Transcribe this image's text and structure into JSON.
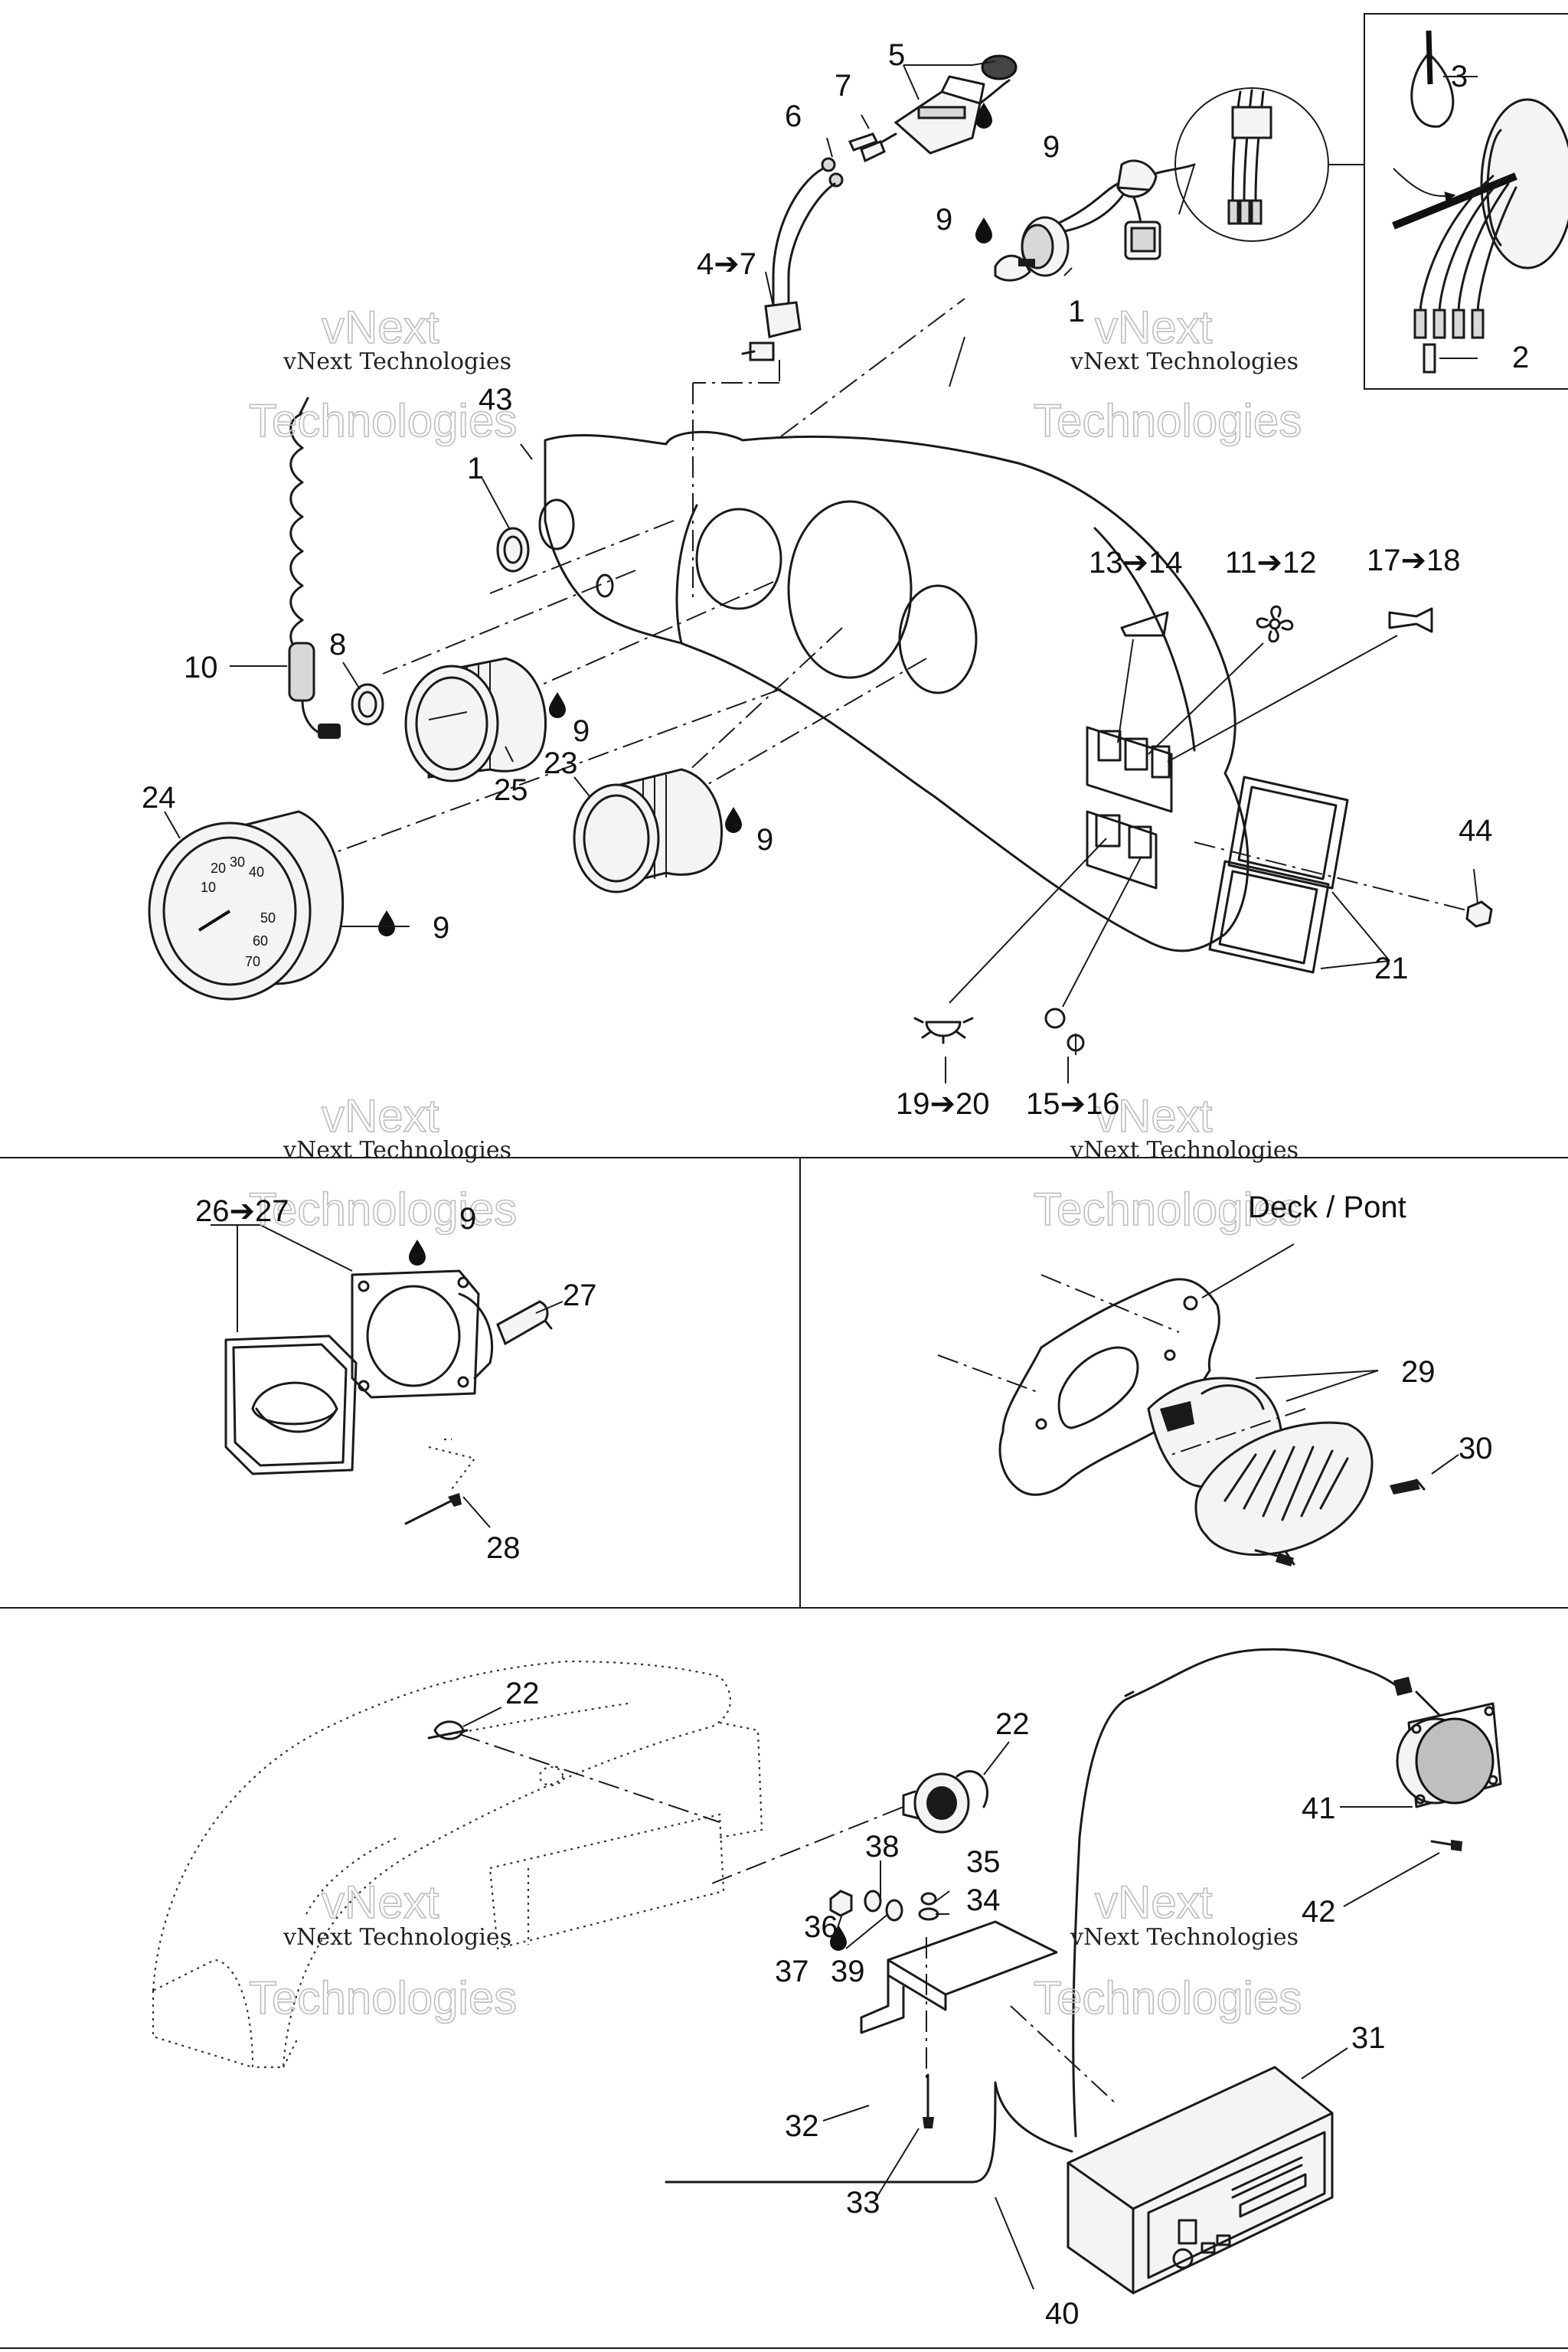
{
  "watermark": {
    "line1": "vNext Technologies",
    "line2": "vNext",
    "line3": "Technologies"
  },
  "labels": {
    "l1a": "1",
    "l1b": "1",
    "l2": "2",
    "l3": "3",
    "l4_7": "4➔7",
    "l5": "5",
    "l6": "6",
    "l7": "7",
    "l8": "8",
    "l9a": "9",
    "l9b": "9",
    "l9c": "9",
    "l9d": "9",
    "l9e": "9",
    "l9f": "9",
    "l10": "10",
    "l11_12": "11➔12",
    "l13_14": "13➔14",
    "l15_16": "15➔16",
    "l17_18": "17➔18",
    "l19_20": "19➔20",
    "l21": "21",
    "l22a": "22",
    "l22b": "22",
    "l23": "23",
    "l24": "24",
    "l25": "25",
    "l26_27": "26➔27",
    "l27": "27",
    "l28": "28",
    "l29": "29",
    "l30": "30",
    "l31": "31",
    "l32": "32",
    "l33": "33",
    "l34": "34",
    "l35": "35",
    "l36": "36",
    "l37": "37",
    "l38": "38",
    "l39": "39",
    "l40": "40",
    "l41": "41",
    "l42": "42",
    "l43": "43",
    "l44": "44",
    "deck": "Deck / Pont"
  },
  "gauge_ticks": [
    "10",
    "20",
    "30",
    "40",
    "50",
    "60",
    "70"
  ],
  "icons": [
    "tie-wrap-icon",
    "fan-icon",
    "horn-icon",
    "bilge-icon",
    "light-icon",
    "anchor-light-icon",
    "drop-icon"
  ],
  "colors": {
    "line": "#1a1a1a",
    "watermark_outline": "#bdbdbd",
    "panel_fill": "#ffffff",
    "shade": "#d8d8d8"
  }
}
